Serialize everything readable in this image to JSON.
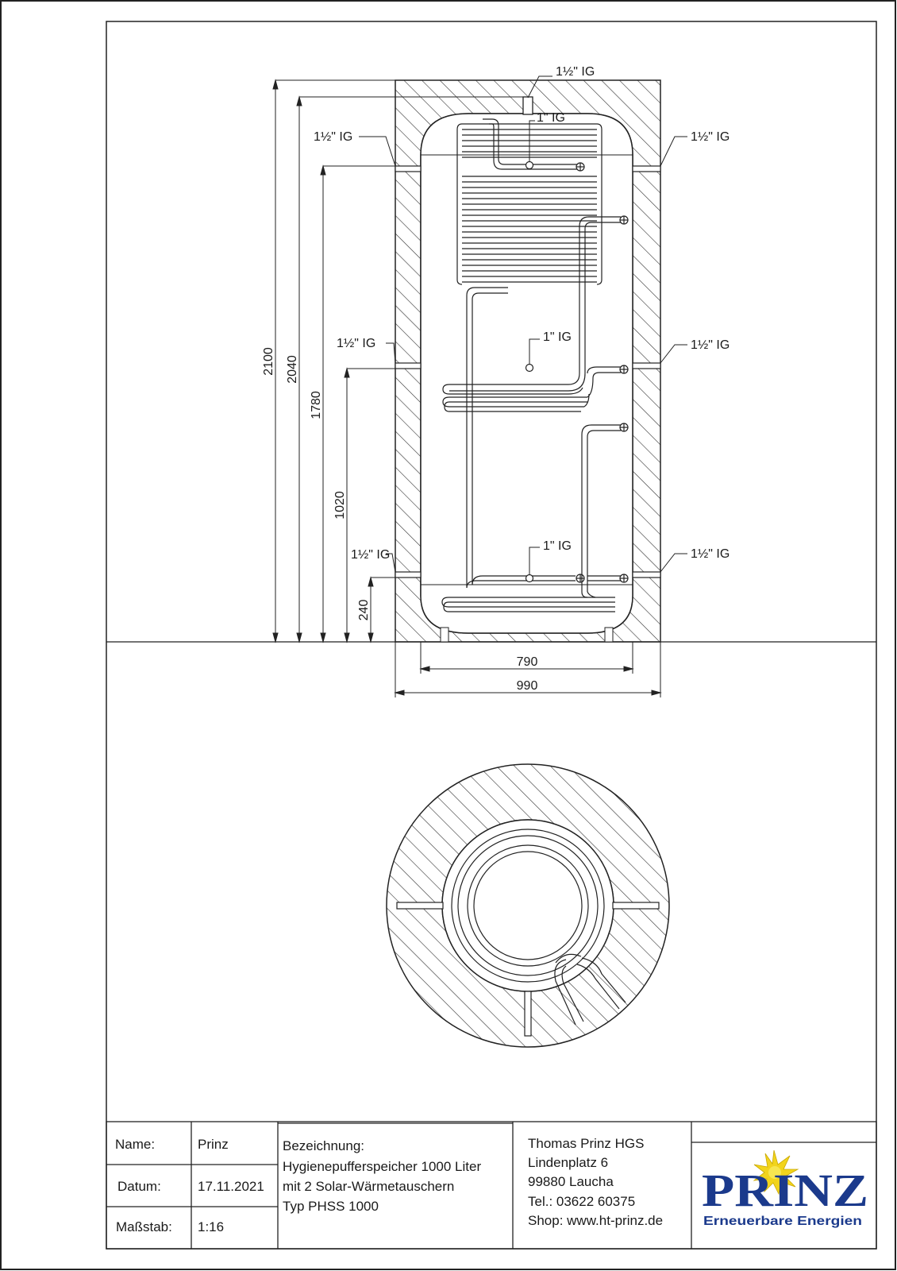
{
  "connections": {
    "top": "1½\" IG",
    "left_upper": "1½\" IG",
    "right_upper": "1½\" IG",
    "left_middle": "1½\" IG",
    "right_middle": "1½\" IG",
    "left_lower": "1½\" IG",
    "right_lower": "1½\" IG",
    "sensor_top": "1\" IG",
    "sensor_middle": "1\" IG",
    "sensor_bottom": "1\" IG"
  },
  "dimensions": {
    "height_total": "2100",
    "height_2040": "2040",
    "height_1780": "1780",
    "height_1020": "1020",
    "height_240": "240",
    "width_inner": "790",
    "width_outer": "990"
  },
  "title_block": {
    "name_label": "Name:",
    "name_value": "Prinz",
    "date_label": "Datum:",
    "date_value": "17.11.2021",
    "scale_label": "Maßstab:",
    "scale_value": "1:16",
    "designation_label": "Bezeichnung:",
    "designation_lines": [
      "Hygienepufferspeicher 1000 Liter",
      "mit 2 Solar-Wärmetauschern",
      "Typ PHSS 1000"
    ],
    "company_lines": [
      "Thomas Prinz  HGS",
      "Lindenplatz 6",
      "99880 Laucha",
      "Tel.: 03622 60375",
      "Shop: www.ht-prinz.de"
    ]
  },
  "logo": {
    "brand": "PRINZ",
    "tagline": "Erneuerbare Energien",
    "brand_color": "#1b3a8c",
    "sun_color": "#f2d41c"
  }
}
